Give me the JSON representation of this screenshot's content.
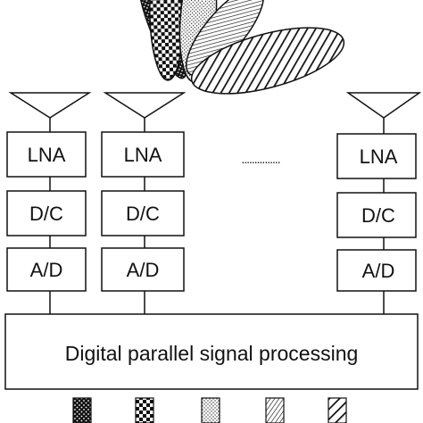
{
  "channels": [
    {
      "lna": "LNA",
      "dc": "D/C",
      "ad": "A/D"
    },
    {
      "lna": "LNA",
      "dc": "D/C",
      "ad": "A/D"
    },
    {
      "lna": "LNA",
      "dc": "D/C",
      "ad": "A/D"
    }
  ],
  "ellipsis": "...............",
  "processor": {
    "label": "Digital parallel signal processing"
  },
  "beam_patterns": [
    "dots-dark",
    "checker",
    "dots-light",
    "diagonal-fine",
    "diagonal-thick"
  ]
}
